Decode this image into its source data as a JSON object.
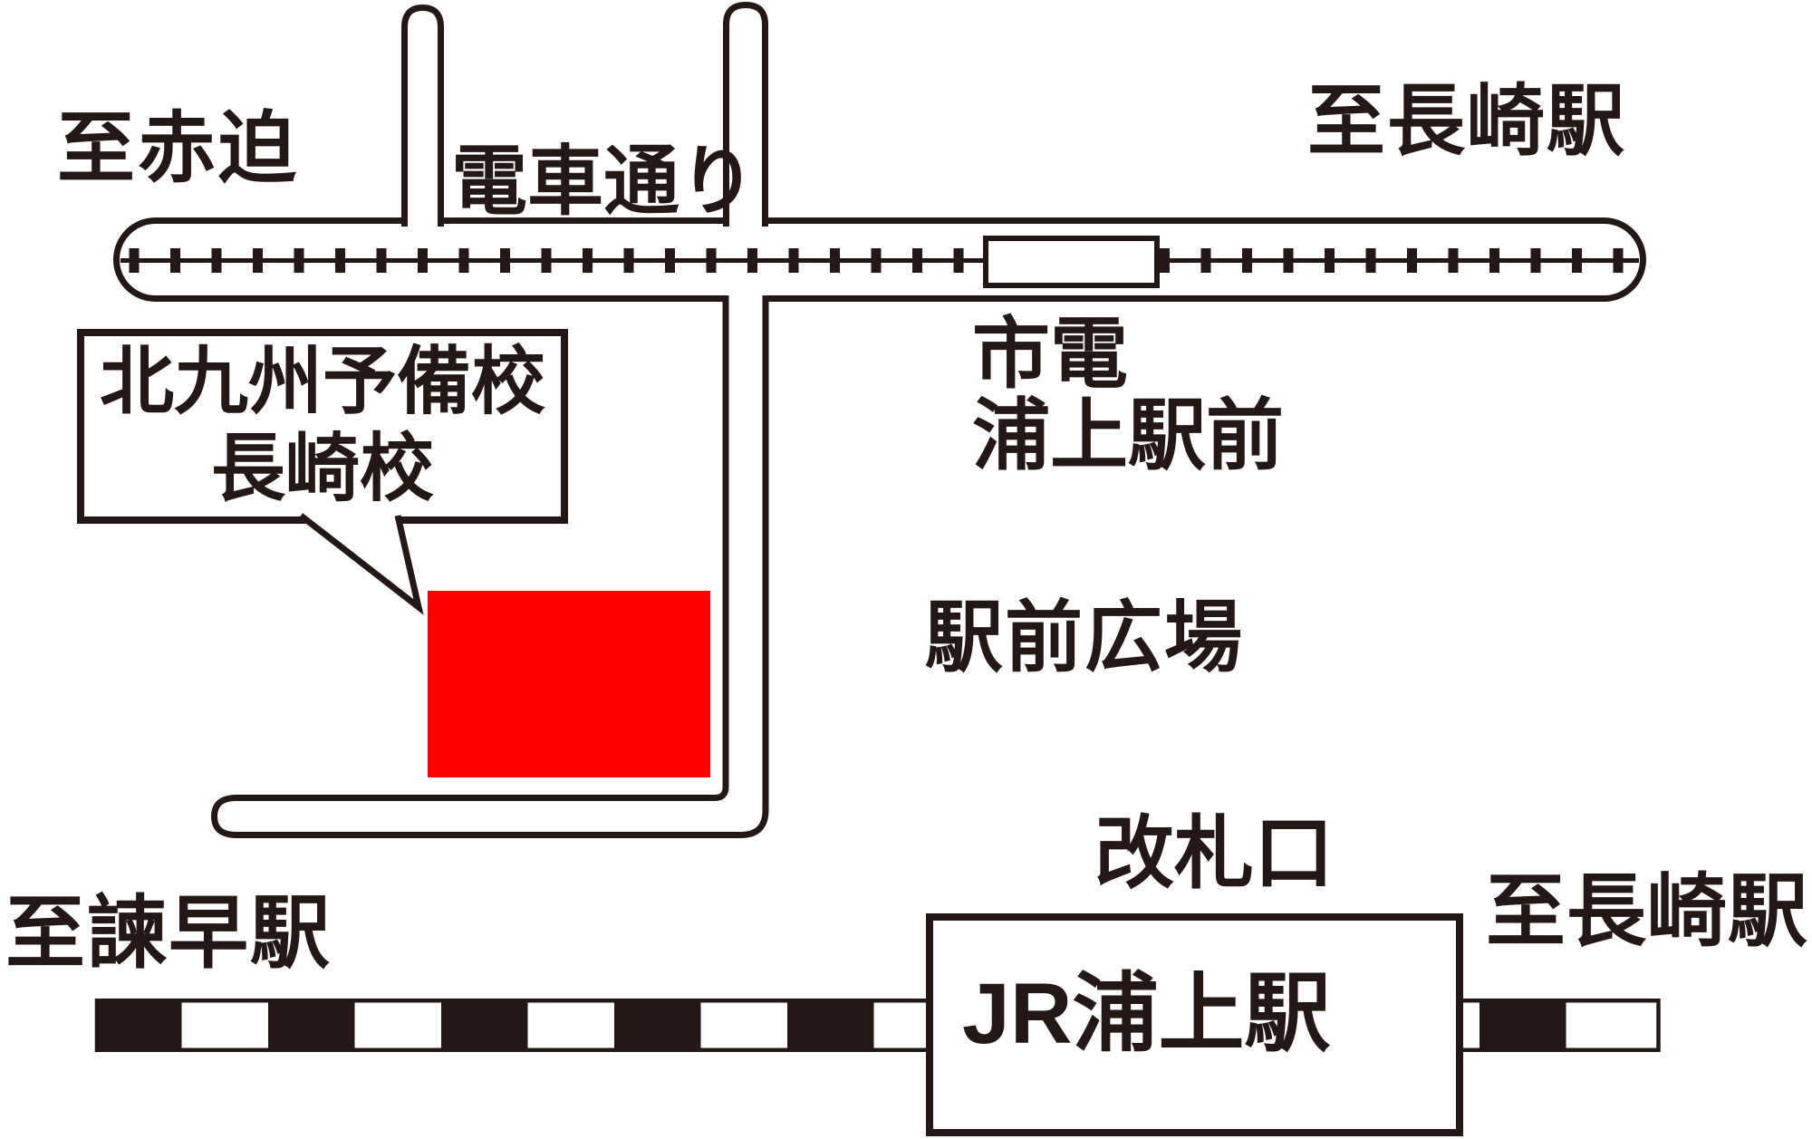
{
  "map": {
    "labels": {
      "to_akasako": "至赤迫",
      "tram_street": "電車通り",
      "to_nagasaki_top": "至長崎駅",
      "tram_stop_line1": "市電",
      "tram_stop_line2": "浦上駅前",
      "school_line1": "北九州予備校",
      "school_line2": "長崎校",
      "plaza": "駅前広場",
      "ticket_gate": "改札口",
      "jr_station": "JR浦上駅",
      "to_isahaya": "至諫早駅",
      "to_nagasaki_bottom": "至長崎駅"
    },
    "colors": {
      "ink": "#231815",
      "building_highlight": "#ff0000",
      "background": "#ffffff"
    }
  }
}
